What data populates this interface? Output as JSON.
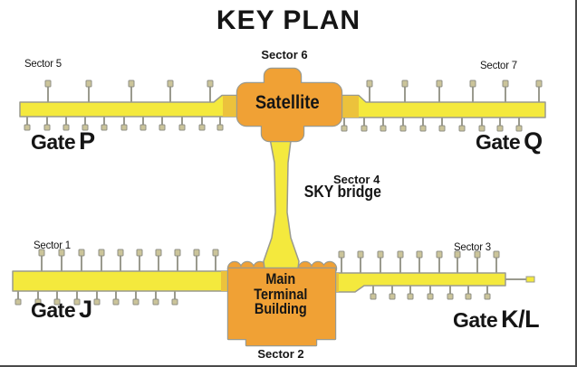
{
  "title": "KEY PLAN",
  "colors": {
    "concourse_yellow": "#f4e93d",
    "junction_gold": "#ecc23c",
    "building_orange": "#f0a135",
    "outline_gray": "#9a9a8e",
    "stub_fill": "#cbc49a",
    "text": "#151515",
    "frame_border": "#4b4b4b"
  },
  "sectors": {
    "sector1": "Sector 1",
    "sector2": "Sector 2",
    "sector3": "Sector 3",
    "sector4": "Sector 4",
    "sector5": "Sector 5",
    "sector6": "Sector 6",
    "sector7": "Sector 7"
  },
  "buildings": {
    "satellite": "Satellite",
    "sky_bridge": "SKY bridge",
    "terminal": {
      "line1": "Main",
      "line2": "Terminal",
      "line3": "Building"
    }
  },
  "gates": {
    "p": {
      "prefix": "Gate",
      "code": "P"
    },
    "q": {
      "prefix": "Gate",
      "code": "Q"
    },
    "j": {
      "prefix": "Gate",
      "code": "J"
    },
    "kl": {
      "prefix": "Gate",
      "code": "K/L"
    }
  },
  "piers": {
    "top_left": {
      "above": [
        53,
        98,
        145,
        188,
        232
      ],
      "below": [
        30,
        52,
        73,
        94,
        115,
        137,
        158,
        179,
        201,
        223,
        243
      ]
    },
    "top_right": {
      "above": [
        408,
        447,
        485,
        522,
        558,
        595
      ],
      "below": [
        380,
        402,
        423,
        445,
        467,
        488,
        510,
        532,
        552,
        573
      ]
    },
    "bottom_left": {
      "above": [
        46,
        68,
        90,
        112,
        133,
        154,
        175,
        196,
        217,
        238
      ],
      "below": [
        20,
        42,
        63,
        85,
        107,
        128,
        150,
        172,
        193
      ]
    },
    "bottom_right": {
      "above": [
        377,
        398,
        420,
        442,
        463,
        485,
        505,
        527,
        548
      ],
      "below": [
        412,
        433,
        453,
        475,
        497,
        517,
        538
      ]
    }
  }
}
